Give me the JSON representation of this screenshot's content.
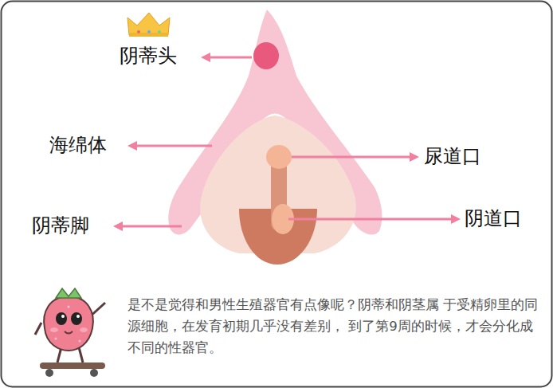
{
  "diagram": {
    "labels": [
      "阴蒂头",
      "海绵体",
      "阴蒂脚",
      "尿道口",
      "阴道口",
      "是不是觉得和男性生殖器官有点像呢？阴蒂和阴茎属 于受精卵里的同源细胞，在发育初期几乎没有差别， 到了第9周的时候，才会分化成不同的性器官。"
    ]
  }
}
